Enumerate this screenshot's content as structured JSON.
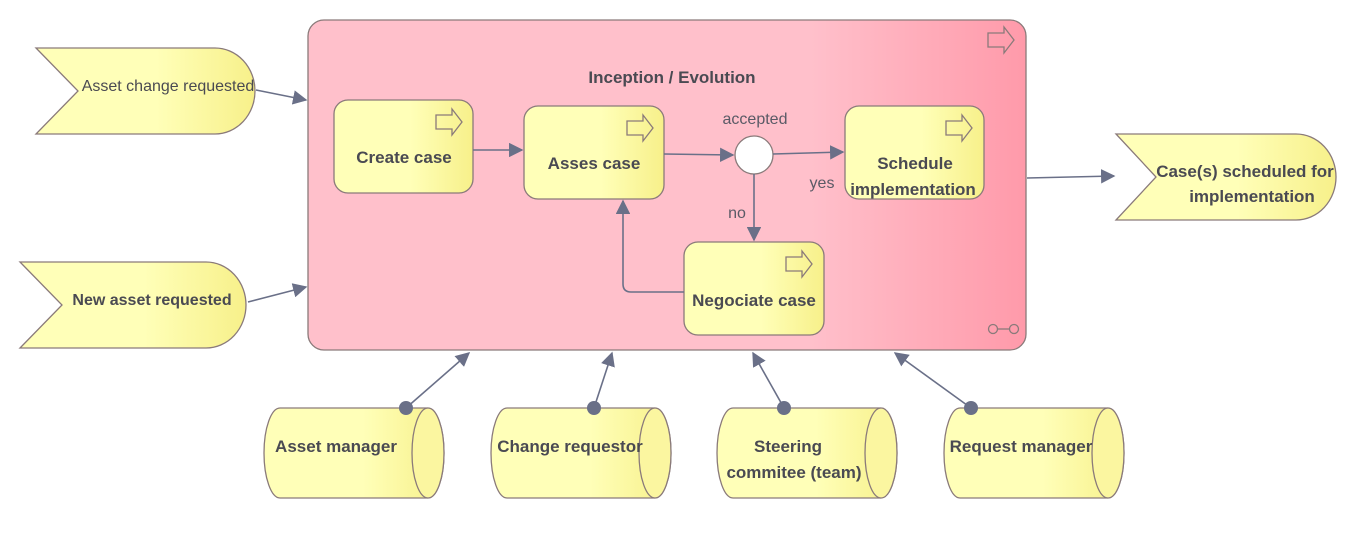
{
  "container": {
    "title": "Inception / Evolution"
  },
  "events": {
    "asset_change": "Asset change requested",
    "new_asset": "New asset requested",
    "result_line1": "Case(s) scheduled for",
    "result_line2": "implementation"
  },
  "processes": {
    "create_case": "Create case",
    "assess_case": "Asses case",
    "schedule_line1": "Schedule",
    "schedule_line2": "implementation",
    "negotiate_case": "Negociate case"
  },
  "junction_labels": {
    "accepted": "accepted",
    "yes": "yes",
    "no": "no"
  },
  "roles": {
    "asset_manager": "Asset manager",
    "change_requestor": "Change requestor",
    "steering_line1": "Steering",
    "steering_line2": "commitee (team)",
    "request_manager": "Request manager"
  },
  "colors": {
    "container_fill": "#ffc0cb",
    "element_fill": "#ffffb5",
    "stroke": "#8a7a7a",
    "connector": "#6a7088"
  }
}
